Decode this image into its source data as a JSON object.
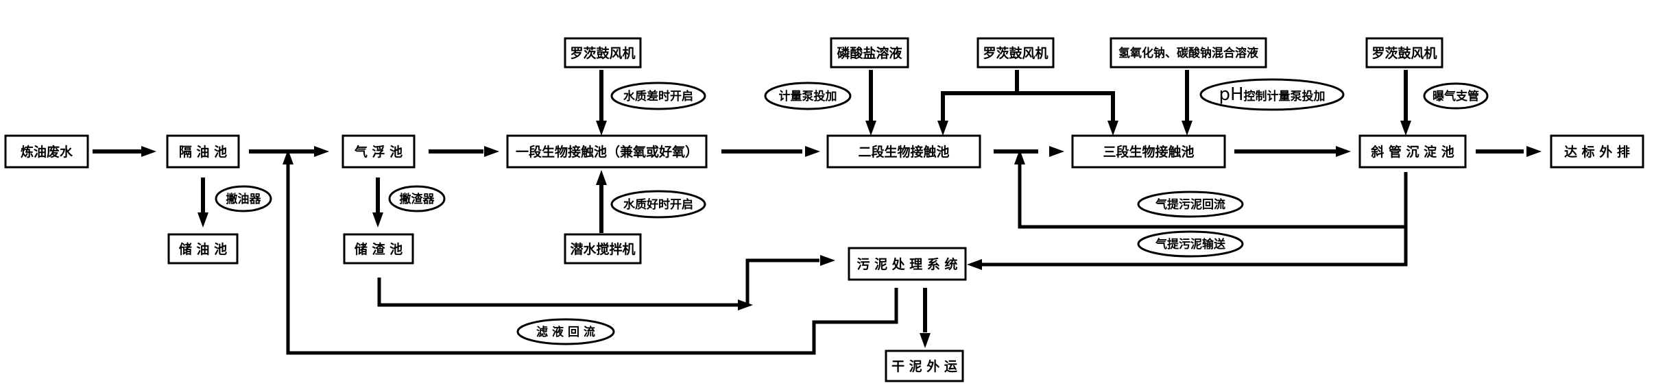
{
  "nodes": {
    "refinery_wastewater": "炼油废水",
    "oil_separation_tank": "隔 油 池",
    "oil_storage_tank": "储 油 池",
    "air_flotation_tank": "气 浮 池",
    "scum_storage_tank": "储 渣 池",
    "stage1_contact_tank": "一段生物接触池（兼氧或好氧）",
    "stage2_contact_tank": "二段生物接触池",
    "stage3_contact_tank": "三段生物接触池",
    "inclined_tube_settler": "斜 管 沉 淀 池",
    "effluent_discharge": "达 标 外 排",
    "roots_blower_1": "罗茨鼓风机",
    "submersible_mixer": "潜水搅拌机",
    "phosphate_solution": "磷酸盐溶液",
    "roots_blower_2": "罗茨鼓风机",
    "naoh_na2co3_solution": "氢氧化钠、碳酸钠混合溶液",
    "roots_blower_3": "罗茨鼓风机",
    "sludge_treatment_system": "污 泥 处 理 系 统",
    "dry_sludge_transport": "干 泥 外 运"
  },
  "tags": {
    "oil_skimmer": "撇油器",
    "scum_skimmer": "撇渣器",
    "aerobic_open": "水质差时开启",
    "anoxic_open": "水质好时开启",
    "metering_pump": "计量泵投加",
    "ph_prefix": "pH",
    "ph_suffix": "控制计量泵投加",
    "aeration_pipe": "曝气支管",
    "airlift_sludge_return": "气提污泥回流",
    "airlift_sludge_transfer": "气提污泥输送",
    "filtrate_return": "滤 液 回 流"
  }
}
